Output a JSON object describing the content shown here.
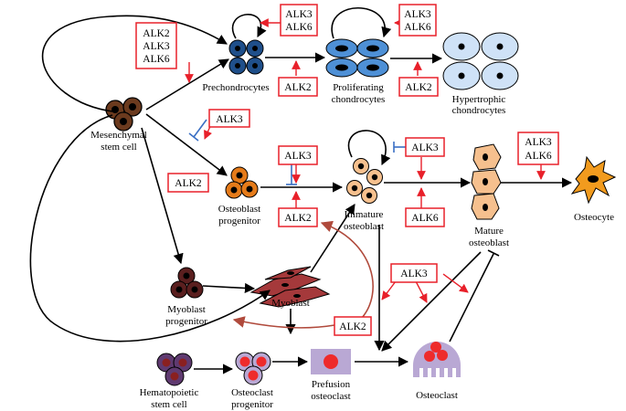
{
  "colors": {
    "inhibitor_box": "#e8202a",
    "inhibit_bar": "#3a6fc4",
    "myoblast_arrow": "#b04a3c",
    "chondro_dark": "#1f4f8a",
    "chondro_mid": "#4e90d6",
    "chondro_light": "#cfe2f7",
    "osteo_orange": "#e57b1a",
    "osteo_peach": "#f6c08e",
    "myo_dark": "#5a1f1f",
    "myo_red": "#a5393b",
    "hemato": "#5f3a70",
    "osteoclast_purple": "#b9a8d4",
    "osteoclast_red": "#ee2b2b"
  },
  "cells": {
    "mesenchymal": [
      "Mesenchymal",
      "stem cell"
    ],
    "prechondrocytes": [
      "Prechondrocytes"
    ],
    "proliferating": [
      "Proliferating",
      "chondrocytes"
    ],
    "hypertrophic": [
      "Hypertrophic",
      "chondrocytes"
    ],
    "osteoblast_progenitor": [
      "Osteoblast",
      "progenitor"
    ],
    "immature_osteoblast": [
      "Immature",
      "osteoblast"
    ],
    "mature_osteoblast": [
      "Mature",
      "osteoblast"
    ],
    "osteocyte": [
      "Osteocyte"
    ],
    "myoblast_progenitor": [
      "Myoblast",
      "progenitor"
    ],
    "myoblast": [
      "Myoblast"
    ],
    "hematopoietic": [
      "Hematopoietic",
      "stem cell"
    ],
    "osteoclast_progenitor": [
      "Osteoclast",
      "progenitor"
    ],
    "prefusion_osteoclast": [
      "Prefusion",
      "osteoclast"
    ],
    "osteoclast": [
      "Osteoclast"
    ]
  },
  "boxes": {
    "left_top": [
      "ALK2",
      "ALK3",
      "ALK6"
    ],
    "prechondro_top": [
      "ALK3",
      "ALK6"
    ],
    "prechondro_bottom": [
      "ALK2"
    ],
    "prolif_top": [
      "ALK3",
      "ALK6"
    ],
    "prolif_bottom": [
      "ALK2"
    ],
    "mid_left": [
      "ALK3"
    ],
    "mid_alk2": [
      "ALK2"
    ],
    "osteo_top": [
      "ALK3"
    ],
    "osteo_bottom": [
      "ALK2"
    ],
    "immature_top": [
      "ALK3"
    ],
    "immature_bottom": [
      "ALK6"
    ],
    "mature_top": [
      "ALK3",
      "ALK6"
    ],
    "lower_alk3": [
      "ALK3"
    ],
    "myoblast_alk2": [
      "ALK2"
    ]
  }
}
